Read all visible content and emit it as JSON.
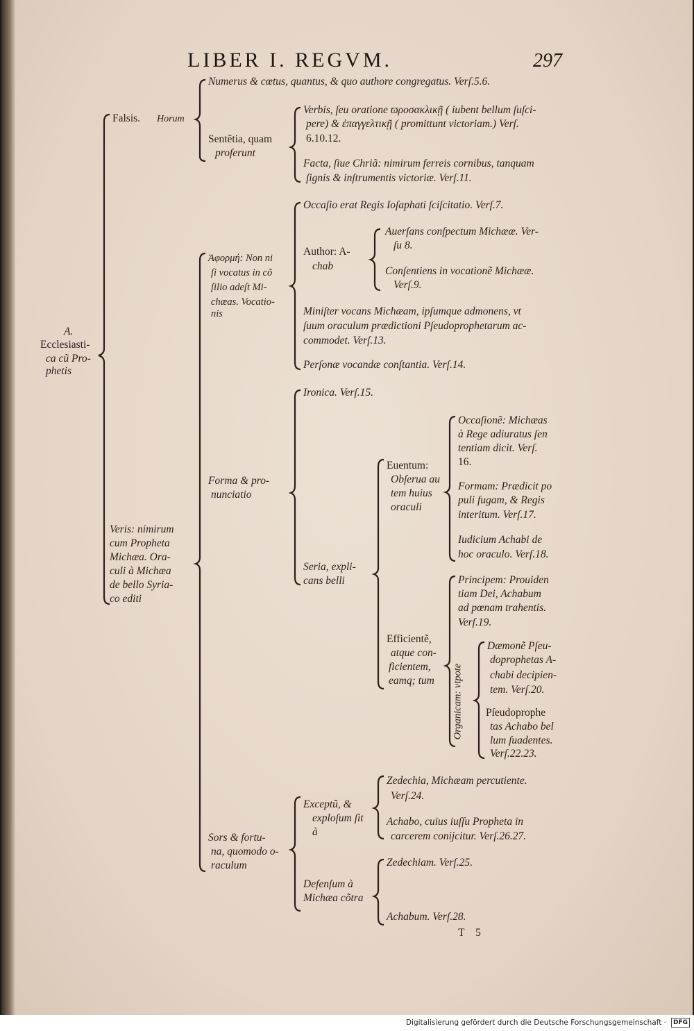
{
  "header": {
    "running_title": "LIBER I. REGVM.",
    "page_number": "297"
  },
  "root": {
    "line1": "A.",
    "line2": "Ecclesiasti-",
    "line3": "ca cũ Pro-",
    "line4": "phetis"
  },
  "falsis": {
    "label": "Falsis.",
    "horum": "Horum",
    "numerus": "Numerus & cœtus, quantus, & quo authore congregatus. Verſ.5.6.",
    "sententia_1": "Sentẽtia, quam",
    "sententia_2": "proferunt",
    "verbis_1": "Verbis, ſeu oratione ϖροσακλικῇ ( iubent bellum ſuſci-",
    "verbis_2": "pere) & ἐπαγγελτικῇ ( promittunt victoriam.) Verſ.",
    "verbis_3": "6.10.12.",
    "facta_1": "Facta, ſiue Chriã: nimirum ferreis cornibus, tanquam",
    "facta_2": "ſignis & inſtrumentis victoriæ. Verſ.11."
  },
  "aphorme": {
    "label_1": "Ἀφορμή: Non ni",
    "label_2": "ſi vocatus in cõ",
    "label_3": "ſilio adeſt Mi-",
    "label_4": "chæas. Vocatio-",
    "label_5": "nis",
    "occasio": "Occaſio erat Regis Ioſaphati ſciſcitatio. Verſ.7.",
    "author_1": "Author: A-",
    "author_2": "chab",
    "auersans_1": "Auerſans conſpectum Michææ. Ver-",
    "auersans_2": "ſu 8.",
    "consentiens_1": "Conſentiens in vocationẽ Michææ.",
    "consentiens_2": "Verſ.9.",
    "minister_1": "Miniſter vocans Michæam, ipſumque admonens, vt",
    "minister_2": "ſuum oraculum prædictioni Pſeudoprophetarum ac-",
    "minister_3": "commodet. Verſ.13.",
    "personae": "Perſonæ vocandæ conſtantia. Verſ.14."
  },
  "veris": {
    "line1": "Veris: nimirum",
    "line2": "cum Propheta",
    "line3": "Michæa. Ora-",
    "line4": "culi à Michæa",
    "line5": "de bello Syria-",
    "line6": "co editi"
  },
  "forma": {
    "label_1": "Forma & pro-",
    "label_2": "nunciatio",
    "ironica": "Ironica. Verſ.15.",
    "seria_1": "Seria, expli-",
    "seria_2": "cans belli",
    "euentum_1": "Euentum:",
    "euentum_2": "Obſerua au",
    "euentum_3": "tem huius",
    "euentum_4": "oraculi",
    "occasione_1": "Occaſionẽ: Michæas",
    "occasione_2": "à Rege adiuratus ſen",
    "occasione_3": "tentiam dicit. Verſ.",
    "occasione_4": "16.",
    "formam_1": "Formam: Prædicit po",
    "formam_2": "puli fugam, & Regis",
    "formam_3": "interitum. Verſ.17.",
    "iudicium_1": "Iudicium Achabi de",
    "iudicium_2": "hoc oraculo. Verſ.18.",
    "efficiente_1": "Efficientẽ,",
    "efficiente_2": "atque con-",
    "efficiente_3": "ficientem,",
    "efficiente_4": "eamq; tum",
    "principem_1": "Principem: Prouiden",
    "principem_2": "tiam Dei, Achabum",
    "principem_3": "ad pœnam trahentis.",
    "principem_4": "Verſ.19.",
    "organicam": "Organicam: vtpote",
    "daemone_1": "Dæmonẽ Pſeu-",
    "daemone_2": "doprophetas A-",
    "daemone_3": "chabi decipien-",
    "daemone_4": "tem. Verſ.20.",
    "pseudo_1": "Pſeudoprophe",
    "pseudo_2": "tas Achabo bel",
    "pseudo_3": "lum ſuadentes.",
    "pseudo_4": "Verſ.22.23."
  },
  "sors": {
    "label_1": "Sors & fortu-",
    "label_2": "na, quomodo o-",
    "label_3": "raculum",
    "exceptu_1": "Exceptũ, &",
    "exceptu_2": "exploſum ſit",
    "exceptu_3": "à",
    "zedechia_1": "Zedechia, Michæam percutiente.",
    "zedechia_2": "Verſ.24.",
    "achabo_1": "Achabo, cuius iuſſu Propheta in",
    "achabo_2": "carcerem conijcitur. Verſ.26.27.",
    "defensum_1": "Defenſum à",
    "defensum_2": "Michæa cõtra",
    "zedechiam": "Zedechiam. Verſ.25.",
    "achabum": "Achabum. Verſ.28."
  },
  "signature": "T 5",
  "footer": {
    "text": "Digitalisierung gefördert durch die Deutsche Forschungsgemeinschaft ·",
    "logo": "DFG"
  }
}
